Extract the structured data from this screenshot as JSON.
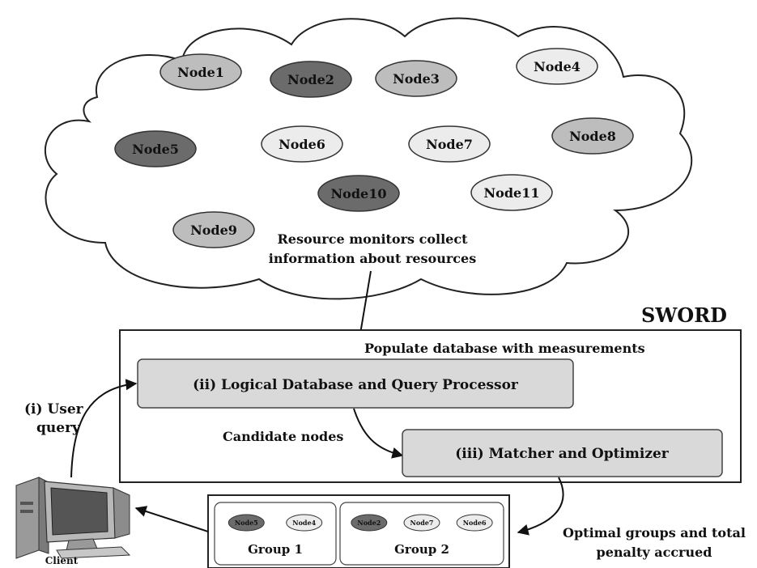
{
  "cloud": {
    "nodes": [
      {
        "label": "Node1",
        "shade": "light"
      },
      {
        "label": "Node2",
        "shade": "dark"
      },
      {
        "label": "Node3",
        "shade": "light"
      },
      {
        "label": "Node4",
        "shade": "pale"
      },
      {
        "label": "Node5",
        "shade": "dark"
      },
      {
        "label": "Node6",
        "shade": "pale"
      },
      {
        "label": "Node7",
        "shade": "pale"
      },
      {
        "label": "Node8",
        "shade": "light"
      },
      {
        "label": "Node10",
        "shade": "dark"
      },
      {
        "label": "Node11",
        "shade": "pale"
      },
      {
        "label": "Node9",
        "shade": "light"
      }
    ],
    "monitor_text_line1": "Resource monitors collect",
    "monitor_text_line2": "information about resources"
  },
  "sword": {
    "title": "SWORD",
    "populate_text": "Populate database with measurements",
    "db_box": "(ii) Logical Database and Query Processor",
    "candidate_text": "Candidate nodes",
    "matcher_box": "(iii) Matcher and Optimizer"
  },
  "client": {
    "query_line1": "(i) User",
    "query_line2": "query",
    "label": "Client"
  },
  "result": {
    "text_line1": "Optimal groups and total",
    "text_line2": "penalty accrued",
    "groups": [
      {
        "label": "Group 1",
        "nodes": [
          {
            "label": "Node5",
            "shade": "dark"
          },
          {
            "label": "Node4",
            "shade": "pale"
          }
        ]
      },
      {
        "label": "Group 2",
        "nodes": [
          {
            "label": "Node2",
            "shade": "dark"
          },
          {
            "label": "Node7",
            "shade": "pale"
          },
          {
            "label": "Node6",
            "shade": "pale"
          }
        ]
      }
    ]
  },
  "colors": {
    "dark": "#6b6b6b",
    "light": "#bdbdbd",
    "pale": "#ececec",
    "box_fill": "#d9d9d9",
    "stroke": "#222222"
  }
}
